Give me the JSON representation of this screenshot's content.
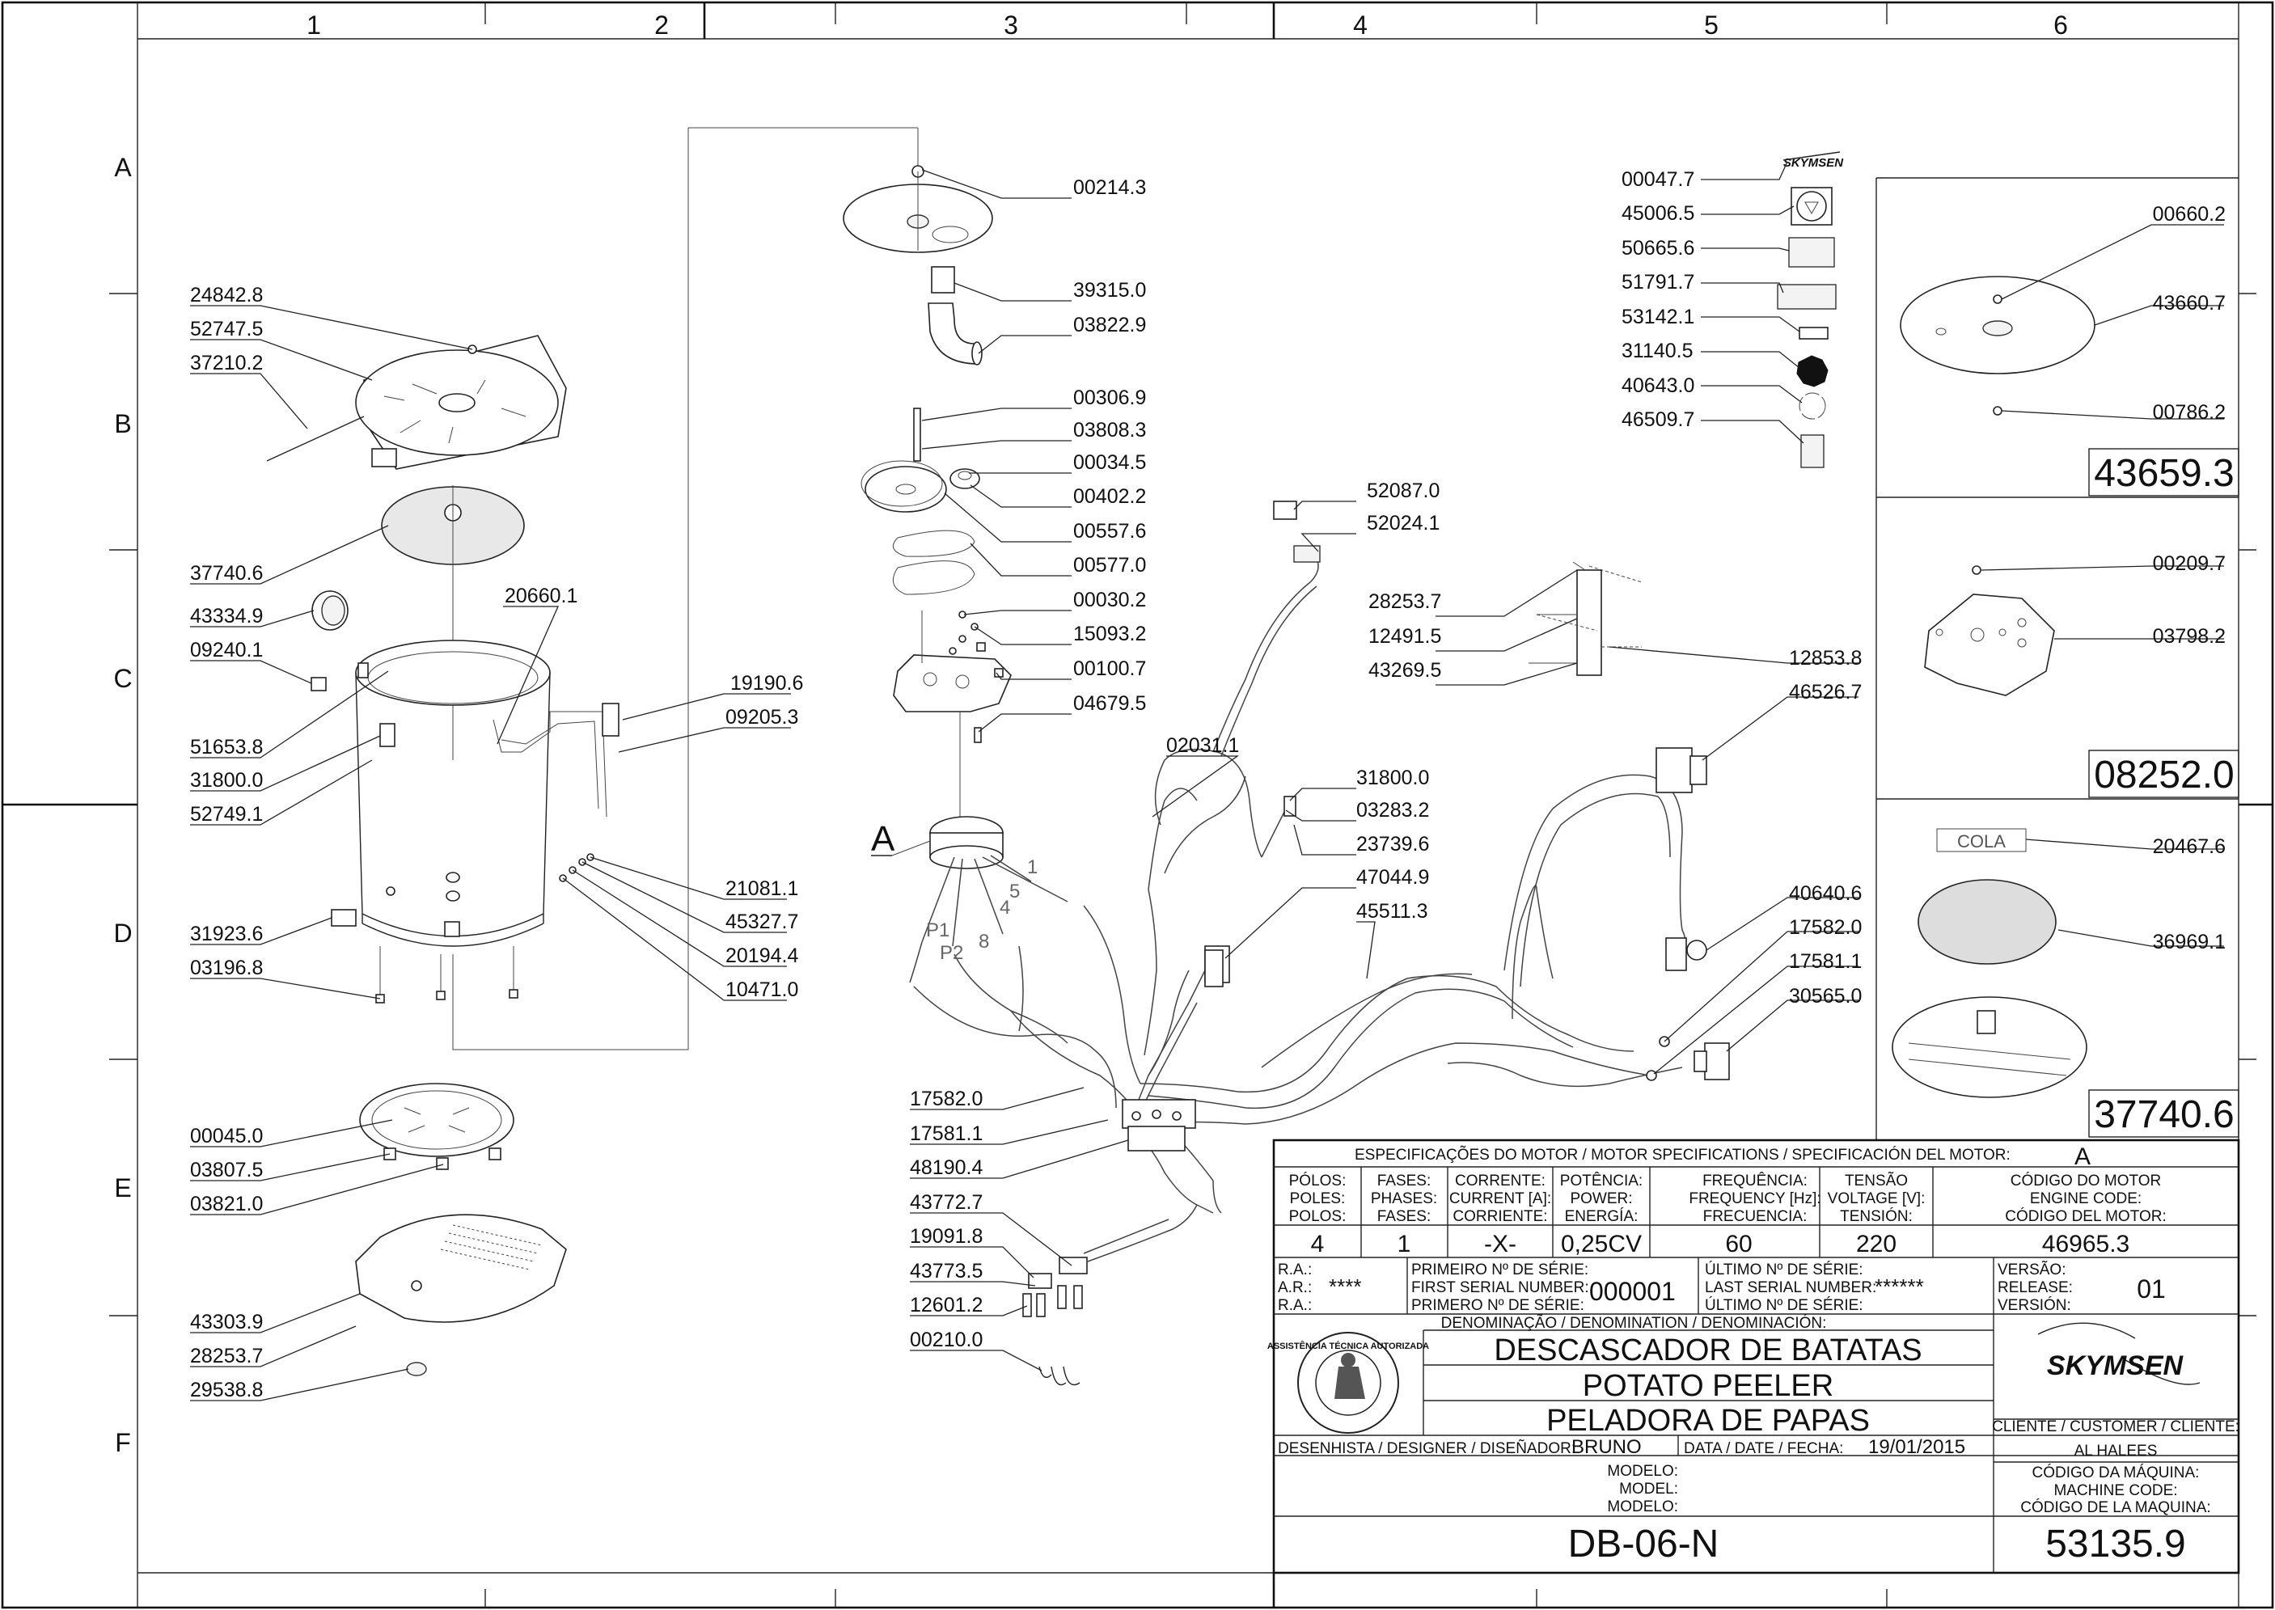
{
  "zones": {
    "columns": [
      "1",
      "2",
      "3",
      "4",
      "5",
      "6"
    ],
    "rows": [
      "A",
      "B",
      "C",
      "D",
      "E",
      "F"
    ]
  },
  "detail_marker": "A",
  "callouts": {
    "c1": [
      "24842.8",
      "52747.5",
      "37210.2",
      "37740.6",
      "43334.9",
      "09240.1",
      "51653.8",
      "31800.0",
      "52749.1",
      "31923.6",
      "03196.8",
      "00045.0",
      "03807.5",
      "03821.0",
      "43303.9",
      "28253.7",
      "29538.8"
    ],
    "c2": [
      "20660.1",
      "19190.6",
      "09205.3",
      "21081.1",
      "45327.7",
      "20194.4",
      "10471.0"
    ],
    "c3": [
      "00214.3",
      "39315.0",
      "03822.9",
      "00306.9",
      "03808.3",
      "00034.5",
      "00402.2",
      "00557.6",
      "00577.0",
      "00030.2",
      "15093.2",
      "00100.7",
      "04679.5"
    ],
    "c4": [
      "17582.0",
      "17581.1",
      "48190.4",
      "43772.7",
      "19091.8",
      "43773.5",
      "12601.2",
      "00210.0"
    ],
    "c5": [
      "02031.1",
      "31800.0",
      "03283.2",
      "23739.6",
      "47044.9",
      "45511.3",
      "52087.0",
      "52024.1"
    ],
    "c6": [
      "00047.7",
      "45006.5",
      "50665.6",
      "51791.7",
      "53142.1",
      "31140.5",
      "40643.0",
      "46509.7"
    ],
    "c7": [
      "28253.7",
      "12491.5",
      "43269.5",
      "12853.8",
      "46526.7",
      "40640.6",
      "17582.0",
      "17581.1",
      "30565.0"
    ]
  },
  "wire_labels": [
    "1",
    "5",
    "4",
    "P1",
    "P2",
    "8"
  ],
  "cola_label": "COLA",
  "detail_boxes": [
    {
      "code": "43659.3",
      "callouts": [
        "00660.2",
        "43660.7",
        "00786.2"
      ]
    },
    {
      "code": "08252.0",
      "callouts": [
        "00209.7",
        "03798.2"
      ]
    },
    {
      "code": "37740.6",
      "callouts": [
        "20467.6",
        "36969.1"
      ]
    }
  ],
  "title_block": {
    "motor_spec_title": "ESPECIFICAÇÕES DO MOTOR / MOTOR SPECIFICATIONS / SPECIFICACIÓN DEL MOTOR:",
    "motor_letter": "A",
    "headers": [
      [
        "PÓLOS:",
        "POLES:",
        "POLOS:"
      ],
      [
        "FASES:",
        "PHASES:",
        "FASES:"
      ],
      [
        "CORRENTE:",
        "CURRENT [A]:",
        "CORRIENTE:"
      ],
      [
        "POTÊNCIA:",
        "POWER:",
        "ENERGÍA:"
      ],
      [
        "FREQUÊNCIA:",
        "FREQUENCY [Hz]:",
        "FRECUENCIA:"
      ],
      [
        "TENSÃO",
        "VOLTAGE [V]:",
        "TENSIÓN:"
      ],
      [
        "CÓDIGO DO MOTOR",
        "ENGINE CODE:",
        "CÓDIGO DEL MOTOR:"
      ]
    ],
    "values": [
      "4",
      "1",
      "-X-",
      "0,25CV",
      "60",
      "220",
      "46965.3"
    ],
    "ra_labels": [
      "R.A.:",
      "A.R.:",
      "R.A.:"
    ],
    "ra_value": "****",
    "first_serial_labels": [
      "PRIMEIRO Nº DE SÉRIE:",
      "FIRST SERIAL NUMBER:",
      "PRIMERO Nº DE SÉRIE:"
    ],
    "first_serial": "000001",
    "last_serial_labels": [
      "ÚLTIMO Nº DE SÉRIE:",
      "LAST SERIAL NUMBER:",
      "ÚLTIMO Nº DE SÉRIE:"
    ],
    "last_serial": "******",
    "release_labels": [
      "VERSÃO:",
      "RELEASE:",
      "VERSIÓN:"
    ],
    "release": "01",
    "denomination_label": "DENOMINAÇÃO / DENOMINATION / DENOMINACIÓN:",
    "names": [
      "DESCASCADOR DE BATATAS",
      "POTATO PEELER",
      "PELADORA DE PAPAS"
    ],
    "brand": "SKYMSEN",
    "stamp_text": "ASSISTÊNCIA TÉCNICA AUTORIZADA",
    "customer_label": "CLIENTE / CUSTOMER / CLIENTE:",
    "customer": "AL HALEES",
    "designer_label": "DESENHISTA / DESIGNER / DISEÑADOR:",
    "designer": "BRUNO",
    "date_label": "DATA / DATE / FECHA:",
    "date": "19/01/2015",
    "model_labels": [
      "MODELO:",
      "MODEL:",
      "MODELO:"
    ],
    "machine_code_labels": [
      "CÓDIGO DA MÁQUINA:",
      "MACHINE CODE:",
      "CÓDIGO DE LA MAQUINA:"
    ],
    "model": "DB-06-N",
    "machine_code": "53135.9"
  }
}
